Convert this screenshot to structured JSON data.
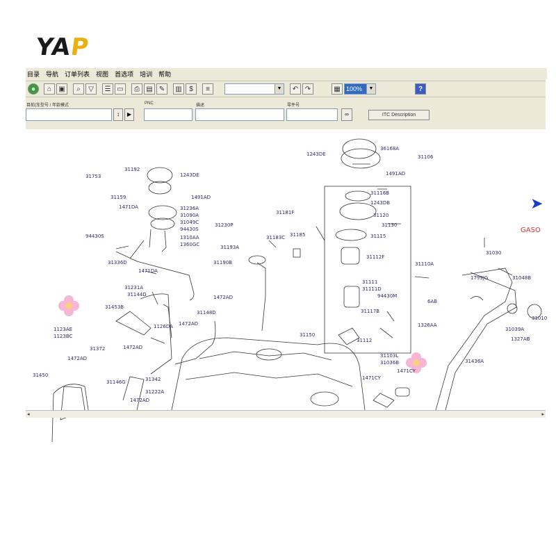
{
  "brand": {
    "logo_text_1": "YA",
    "logo_text_2": "P"
  },
  "menu": [
    "目录",
    "导航",
    "订单列表",
    "视图",
    "首选项",
    "培训",
    "帮助"
  ],
  "toolbar": {
    "zoom_value": "100%",
    "help_label": "?"
  },
  "search": {
    "field1_label": "目前(车型号 / 年款模式",
    "pnc_label": "PNC",
    "desc_label": "描述",
    "part_label": "零件号",
    "itc_button": "ITC Description"
  },
  "diagram": {
    "section_label": "GASO",
    "callouts": [
      {
        "id": "c1",
        "text": "31753"
      },
      {
        "id": "c2",
        "text": "31192"
      },
      {
        "id": "c3",
        "text": "1243DE"
      },
      {
        "id": "c4",
        "text": "31159"
      },
      {
        "id": "c5",
        "text": "1491AD"
      },
      {
        "id": "c6",
        "text": "1471DA"
      },
      {
        "id": "c7",
        "text": "31236A"
      },
      {
        "id": "c8",
        "text": "31090A"
      },
      {
        "id": "c9",
        "text": "31049C"
      },
      {
        "id": "c10",
        "text": "31230P"
      },
      {
        "id": "c11",
        "text": "94430S"
      },
      {
        "id": "c12",
        "text": "94430S"
      },
      {
        "id": "c13",
        "text": "1310AA"
      },
      {
        "id": "c14",
        "text": "1360GC"
      },
      {
        "id": "c15",
        "text": "31181F"
      },
      {
        "id": "c16",
        "text": "31193A"
      },
      {
        "id": "c17",
        "text": "31183C"
      },
      {
        "id": "c18",
        "text": "31185"
      },
      {
        "id": "c19",
        "text": "31336D"
      },
      {
        "id": "c20",
        "text": "1471DA"
      },
      {
        "id": "c21",
        "text": "31190B"
      },
      {
        "id": "c22",
        "text": "31231A"
      },
      {
        "id": "c23",
        "text": "31144D"
      },
      {
        "id": "c24",
        "text": "1472AD"
      },
      {
        "id": "c25",
        "text": "31453B"
      },
      {
        "id": "c26",
        "text": "31148D"
      },
      {
        "id": "c27",
        "text": "1126DA"
      },
      {
        "id": "c28",
        "text": "1472AD"
      },
      {
        "id": "c29",
        "text": "1123AE"
      },
      {
        "id": "c30",
        "text": "1123BC"
      },
      {
        "id": "c31",
        "text": "31372"
      },
      {
        "id": "c32",
        "text": "1472AD"
      },
      {
        "id": "c33",
        "text": "1472AD"
      },
      {
        "id": "c34",
        "text": "31146G"
      },
      {
        "id": "c35",
        "text": "31342"
      },
      {
        "id": "c36",
        "text": "31450"
      },
      {
        "id": "c37",
        "text": "31222A"
      },
      {
        "id": "c38",
        "text": "1472AD"
      },
      {
        "id": "c39",
        "text": "31150"
      },
      {
        "id": "c40",
        "text": "1243DE"
      },
      {
        "id": "c41",
        "text": "36168A"
      },
      {
        "id": "c42",
        "text": "31106"
      },
      {
        "id": "c43",
        "text": "1491AD"
      },
      {
        "id": "c44",
        "text": "31116B"
      },
      {
        "id": "c45",
        "text": "1243DB"
      },
      {
        "id": "c46",
        "text": "31120"
      },
      {
        "id": "c47",
        "text": "31130"
      },
      {
        "id": "c48",
        "text": "31115"
      },
      {
        "id": "c49",
        "text": "31112F"
      },
      {
        "id": "c50",
        "text": "31110A"
      },
      {
        "id": "c51",
        "text": "31111"
      },
      {
        "id": "c52",
        "text": "31111D"
      },
      {
        "id": "c53",
        "text": "94430M"
      },
      {
        "id": "c54",
        "text": "31117B"
      },
      {
        "id": "c55",
        "text": "31112"
      },
      {
        "id": "c56",
        "text": "6AB"
      },
      {
        "id": "c57",
        "text": "1326AA"
      },
      {
        "id": "c58",
        "text": "31103L"
      },
      {
        "id": "c59",
        "text": "31036B"
      },
      {
        "id": "c60",
        "text": "1471CY"
      },
      {
        "id": "c61",
        "text": "1471CY"
      },
      {
        "id": "c62",
        "text": "31030"
      },
      {
        "id": "c63",
        "text": "1799JG"
      },
      {
        "id": "c64",
        "text": "31048B"
      },
      {
        "id": "c65",
        "text": "31039A"
      },
      {
        "id": "c66",
        "text": "1327AB"
      },
      {
        "id": "c67",
        "text": "31010"
      },
      {
        "id": "c68",
        "text": "31436A"
      }
    ]
  }
}
